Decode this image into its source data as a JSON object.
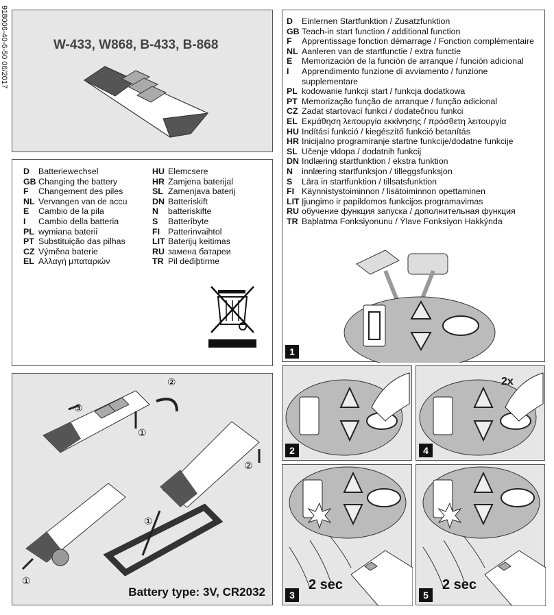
{
  "doc_code": "918006-40-6-50 06/2017",
  "models": "W-433, W868, B-433, B-868",
  "battery_change": {
    "col1": [
      {
        "code": "D",
        "text": "Batteriewechsel"
      },
      {
        "code": "GB",
        "text": "Changing the battery"
      },
      {
        "code": "F",
        "text": "Changement des piles"
      },
      {
        "code": "NL",
        "text": "Vervangen van de accu"
      },
      {
        "code": "E",
        "text": "Cambio de la pila"
      },
      {
        "code": "I",
        "text": "Cambio della batteria"
      },
      {
        "code": "PL",
        "text": "wymiana baterii"
      },
      {
        "code": "PT",
        "text": "Substituição das pilhas"
      },
      {
        "code": "CZ",
        "text": "Výměna baterie"
      },
      {
        "code": "EL",
        "text": "Αλλαγή μπαταριών"
      }
    ],
    "col2": [
      {
        "code": "HU",
        "text": "Elemcsere"
      },
      {
        "code": "HR",
        "text": "Zamjena baterijal"
      },
      {
        "code": "SL",
        "text": "Zamenjava baterij"
      },
      {
        "code": "DN",
        "text": "Batteriskift"
      },
      {
        "code": "N",
        "text": "batteriskifte"
      },
      {
        "code": "S",
        "text": "Batteribyte"
      },
      {
        "code": "FI",
        "text": "Patterinvaihtol"
      },
      {
        "code": "LIT",
        "text": "Baterijų keitimas"
      },
      {
        "code": "RU",
        "text": "замена батареи"
      },
      {
        "code": "TR",
        "text": "Pil deđiþtirme"
      }
    ]
  },
  "teach_in": [
    {
      "code": "D",
      "text": "Einlernen Startfunktion / Zusatzfunktion"
    },
    {
      "code": "GB",
      "text": "Teach-in start function / additional function"
    },
    {
      "code": "F",
      "text": "Apprentissage fonction démarrage / Fonction complémentaire"
    },
    {
      "code": "NL",
      "text": "Aanleren van de startfunctie / extra functie"
    },
    {
      "code": "E",
      "text": "Memorización de la función de arranque / función adicional"
    },
    {
      "code": "I",
      "text": "Apprendimento funzione di avviamento / funzione supplementare"
    },
    {
      "code": "PL",
      "text": "kodowanie funkcji start / funkcja dodatkowa"
    },
    {
      "code": "PT",
      "text": "Memorização função de arranque / função adicional"
    },
    {
      "code": "CZ",
      "text": "Zadat startovací funkci / dodatečnou funkci"
    },
    {
      "code": "EL",
      "text": "Εκμάθηση λειτουργία εκκίνησης / πρόσθετη λειτουργία"
    },
    {
      "code": "HU",
      "text": "Indítási funkció / kiegészítő funkció betanítás"
    },
    {
      "code": "HR",
      "text": "Inicijalno programiranje startne funkcije/dodatne funkcije"
    },
    {
      "code": "SL",
      "text": "Učenje vklopa / dodatnih funkcij"
    },
    {
      "code": "DN",
      "text": "Indlæring startfunktion / ekstra funktion"
    },
    {
      "code": "N",
      "text": "innlæring startfunksjon / tilleggsfunksjon"
    },
    {
      "code": "S",
      "text": "Lära in startfunktion / tillsatsfunktion"
    },
    {
      "code": "FI",
      "text": "Käynnistystoiminnon / lisätoiminnon opettaminen"
    },
    {
      "code": "LIT",
      "text": "Įjungimo ir papildomos funkcijos programavimas"
    },
    {
      "code": "RU",
      "text": "обучение функция запуска / дополнительная функция"
    },
    {
      "code": "TR",
      "text": "Baþlatma Fonksiyonunu / Ýlave Fonksiyon Hakkýnda"
    }
  ],
  "battery_type": "Battery type: 3V, CR2032",
  "step_callouts": {
    "one": "①",
    "two": "②",
    "three": "③"
  },
  "steps": {
    "s1": "1",
    "s2": "2",
    "s3": "3",
    "s4": "4",
    "s5": "5"
  },
  "times": "2x",
  "duration": "2 sec"
}
